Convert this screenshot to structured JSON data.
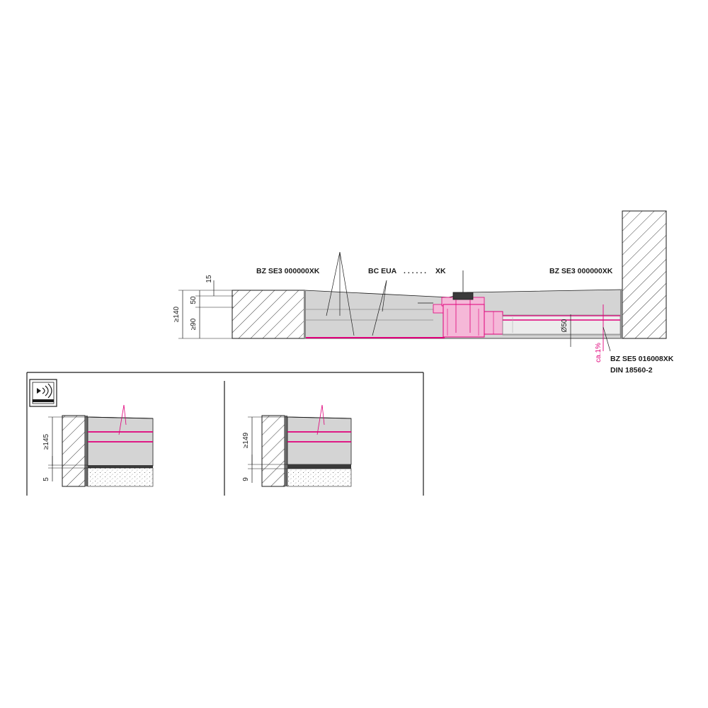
{
  "labels": {
    "left_part": "BZ SE3 000000XK",
    "center_part": "BC EUA",
    "center_dots": ". . . . . .",
    "center_suffix": "XK",
    "right_part": "BZ SE3 000000XK",
    "pipe_part": "BZ SE5 016008XK",
    "standard": "DIN 18560-2"
  },
  "dimensions": {
    "total_height": "≥140",
    "lower_height": "≥90",
    "upper_height": "50",
    "top_height": "15",
    "pipe_diameter": "Ø50",
    "slope": "ca.1%"
  },
  "details": {
    "left_height": "≥145",
    "left_gap": "5",
    "right_height": "≥149",
    "right_gap": "9"
  },
  "icons": {
    "sound": "sound-insulation-icon"
  },
  "colors": {
    "accent": "#e0007a",
    "screed": "#d4d4d4",
    "line": "#1a1a1a"
  }
}
